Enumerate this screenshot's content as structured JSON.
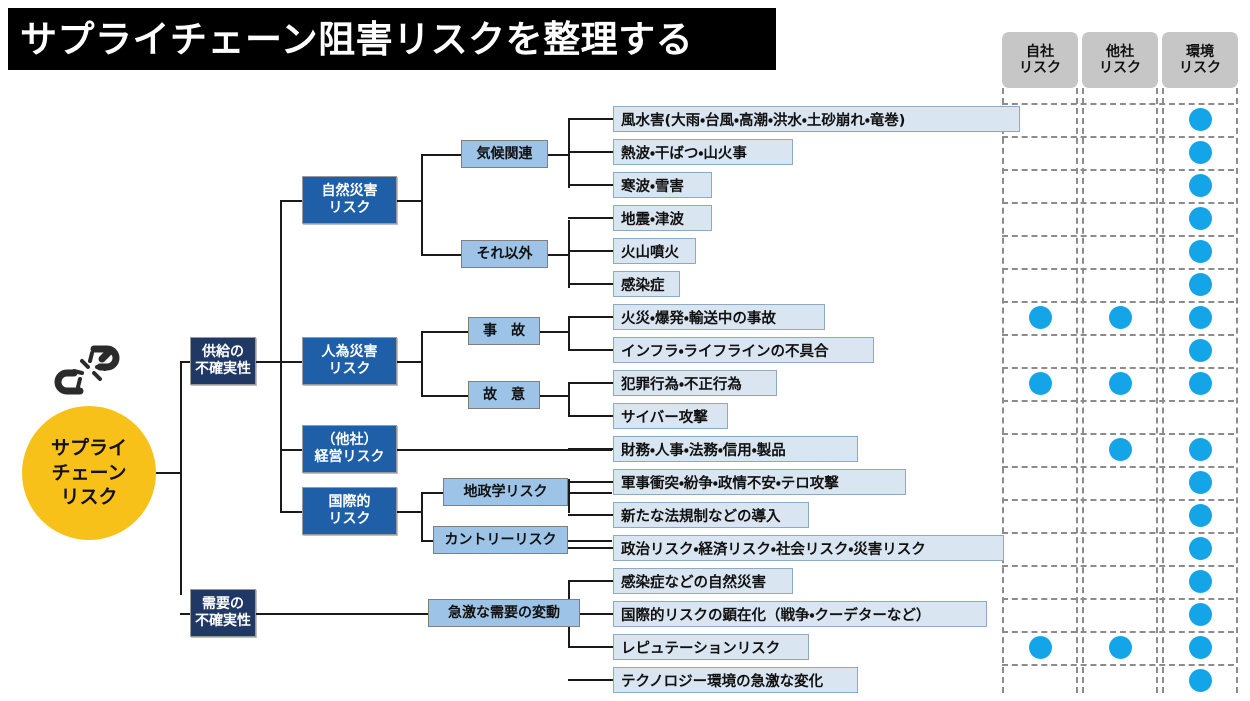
{
  "title": "サプライチェーン阻害リスクを整理する",
  "hub": {
    "label_lines": [
      "サプライ",
      "チェーン",
      "リスク"
    ],
    "icon": "broken-chain-icon",
    "color": "#f7c11a"
  },
  "colors": {
    "level1": "#1f3864",
    "level2": "#1f5fa8",
    "level3": "#9dc3e6",
    "leaf": "#dae5f2",
    "dot": "#13a5e8",
    "column_header": "#c6c6c6",
    "title_bg": "#000000"
  },
  "matrix": {
    "columns": [
      {
        "id": "own",
        "label_lines": [
          "自社",
          "リスク"
        ]
      },
      {
        "id": "other",
        "label_lines": [
          "他社",
          "リスク"
        ]
      },
      {
        "id": "env",
        "label_lines": [
          "環境",
          "リスク"
        ]
      }
    ]
  },
  "level1": [
    {
      "id": "supply",
      "label_lines": [
        "供給の",
        "不確実性"
      ]
    },
    {
      "id": "demand",
      "label_lines": [
        "需要の",
        "不確実性"
      ]
    }
  ],
  "level2": [
    {
      "id": "natural",
      "label_lines": [
        "自然災害",
        "リスク"
      ]
    },
    {
      "id": "manmade",
      "label_lines": [
        "人為災害",
        "リスク"
      ]
    },
    {
      "id": "mgmt",
      "label_lines": [
        "（他社）",
        "経営リスク"
      ]
    },
    {
      "id": "intl",
      "label_lines": [
        "国際的",
        "リスク"
      ]
    }
  ],
  "level3": [
    {
      "id": "climate",
      "label": "気候関連"
    },
    {
      "id": "other-nat",
      "label": "それ以外"
    },
    {
      "id": "accident",
      "label": "事　故"
    },
    {
      "id": "intent",
      "label": "故　意"
    },
    {
      "id": "geo",
      "label": "地政学リスク"
    },
    {
      "id": "country",
      "label": "カントリーリスク"
    },
    {
      "id": "demand-swing",
      "label": "急激な需要の変動"
    }
  ],
  "leaves": [
    {
      "id": "r1",
      "label": "風水害(大雨・台風・高潮・洪水・土砂崩れ・竜巻)",
      "own": false,
      "other": false,
      "env": true
    },
    {
      "id": "r2",
      "label": "熱波・干ばつ・山火事",
      "own": false,
      "other": false,
      "env": true
    },
    {
      "id": "r3",
      "label": "寒波・雪害",
      "own": false,
      "other": false,
      "env": true
    },
    {
      "id": "r4",
      "label": "地震・津波",
      "own": false,
      "other": false,
      "env": true
    },
    {
      "id": "r5",
      "label": "火山噴火",
      "own": false,
      "other": false,
      "env": true
    },
    {
      "id": "r6",
      "label": "感染症",
      "own": false,
      "other": false,
      "env": true
    },
    {
      "id": "r7",
      "label": "火災・爆発・輸送中の事故",
      "own": true,
      "other": true,
      "env": true
    },
    {
      "id": "r8",
      "label": "インフラ・ライフラインの不具合",
      "own": false,
      "other": false,
      "env": true
    },
    {
      "id": "r9",
      "label": "犯罪行為・不正行為",
      "own": true,
      "other": true,
      "env": true
    },
    {
      "id": "r10",
      "label": "サイバー攻撃",
      "own": false,
      "other": false,
      "env": false
    },
    {
      "id": "r11",
      "label": "財務・人事・法務・信用・製品",
      "own": false,
      "other": true,
      "env": true
    },
    {
      "id": "r12",
      "label": "軍事衝突・紛争・政情不安・テロ攻撃",
      "own": false,
      "other": false,
      "env": true
    },
    {
      "id": "r13",
      "label": "新たな法規制などの導入",
      "own": false,
      "other": false,
      "env": true
    },
    {
      "id": "r14",
      "label": "政治リスク・経済リスク・社会リスク・災害リスク",
      "own": false,
      "other": false,
      "env": true
    },
    {
      "id": "r15",
      "label": "感染症などの自然災害",
      "own": false,
      "other": false,
      "env": true
    },
    {
      "id": "r16",
      "label": "国際的リスクの顕在化（戦争・クーデターなど）",
      "own": false,
      "other": false,
      "env": true
    },
    {
      "id": "r17",
      "label": "レピュテーションリスク",
      "own": true,
      "other": true,
      "env": true
    },
    {
      "id": "r18",
      "label": "テクノロジー環境の急激な変化",
      "own": false,
      "other": false,
      "env": true
    }
  ]
}
